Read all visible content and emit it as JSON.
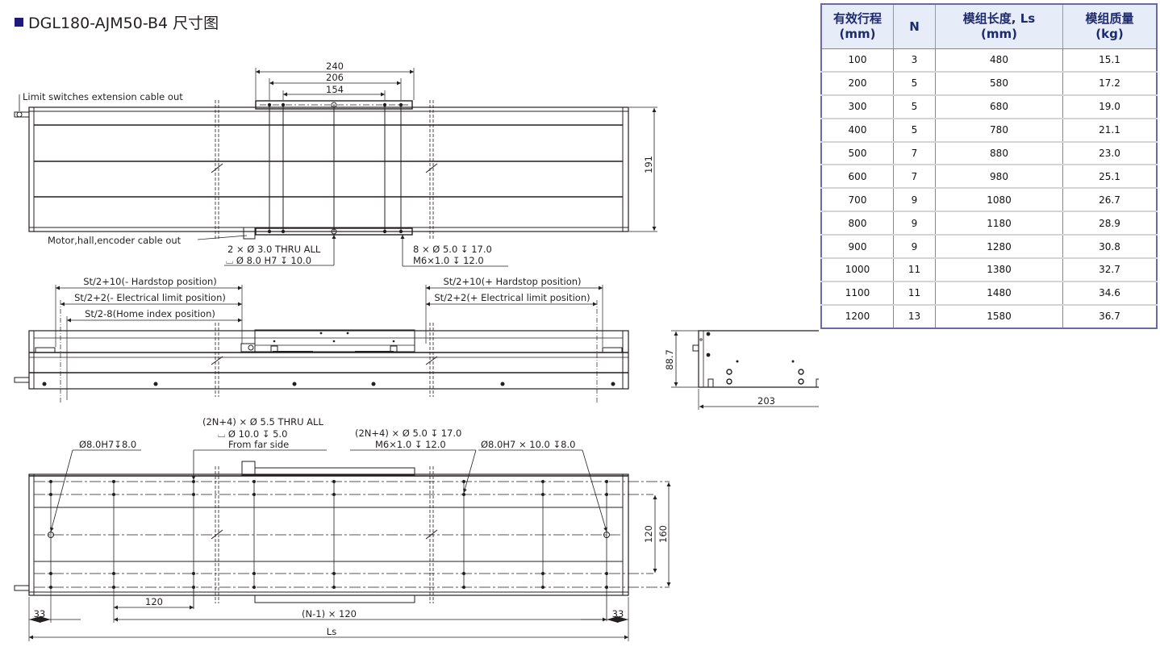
{
  "title": "DGL180-AJM50-B4 尺寸图",
  "table": {
    "headers": [
      {
        "line1": "有效行程",
        "line2": "(mm)"
      },
      {
        "line1": "N",
        "line2": ""
      },
      {
        "line1": "模组长度, Ls",
        "line2": "(mm)"
      },
      {
        "line1": "模组质量",
        "line2": "(kg)"
      }
    ],
    "rows": [
      [
        "100",
        "3",
        "480",
        "15.1"
      ],
      [
        "200",
        "5",
        "580",
        "17.2"
      ],
      [
        "300",
        "5",
        "680",
        "19.0"
      ],
      [
        "400",
        "5",
        "780",
        "21.1"
      ],
      [
        "500",
        "7",
        "880",
        "23.0"
      ],
      [
        "600",
        "7",
        "980",
        "25.1"
      ],
      [
        "700",
        "9",
        "1080",
        "26.7"
      ],
      [
        "800",
        "9",
        "1180",
        "28.9"
      ],
      [
        "900",
        "9",
        "1280",
        "30.8"
      ],
      [
        "1000",
        "11",
        "1380",
        "32.7"
      ],
      [
        "1100",
        "11",
        "1480",
        "34.6"
      ],
      [
        "1200",
        "13",
        "1580",
        "36.7"
      ]
    ]
  },
  "top_view": {
    "dim_240": "240",
    "dim_206": "206",
    "dim_154": "154",
    "dim_191": "191",
    "limit_cable_label": "Limit switches extension cable out",
    "motor_cable_label": "Motor,hall,encoder cable out",
    "note_left_1": "2 × Ø 3.0 THRU ALL",
    "note_left_2": "⌴ Ø 8.0 H7  ↧ 10.0",
    "note_right_1": "8 × Ø 5.0   ↧ 17.0",
    "note_right_2": "M6×1.0      ↧ 12.0"
  },
  "side_view": {
    "neg_hardstop": "St/2+10(- Hardstop position)",
    "neg_limit": "St/2+2(- Electrical limit position)",
    "home": "St/2-8(Home index position)",
    "pos_hardstop": "St/2+10(+ Hardstop position)",
    "pos_limit": "St/2+2(+ Electrical limit position)"
  },
  "end_view": {
    "height": "88.7",
    "width": "203"
  },
  "bottom_view": {
    "pin_left": "Ø8.0H7↧8.0",
    "thru_1": "(2N+4) ×  Ø 5.5 THRU ALL",
    "thru_2": "⌴ Ø 10.0  ↧ 5.0",
    "thru_3": "From far side",
    "tap_1": "(2N+4) × Ø 5.0  ↧ 17.0",
    "tap_2": "M6×1.0      ↧ 12.0",
    "pin_right": "Ø8.0H7 × 10.0 ↧8.0",
    "dim_120_inner": "120",
    "dim_160": "160",
    "dim_120_pitch": "120",
    "dim_33_left": "33",
    "dim_33_right": "33",
    "dim_pitch_total": "(N-1) × 120",
    "dim_ls": "Ls"
  }
}
